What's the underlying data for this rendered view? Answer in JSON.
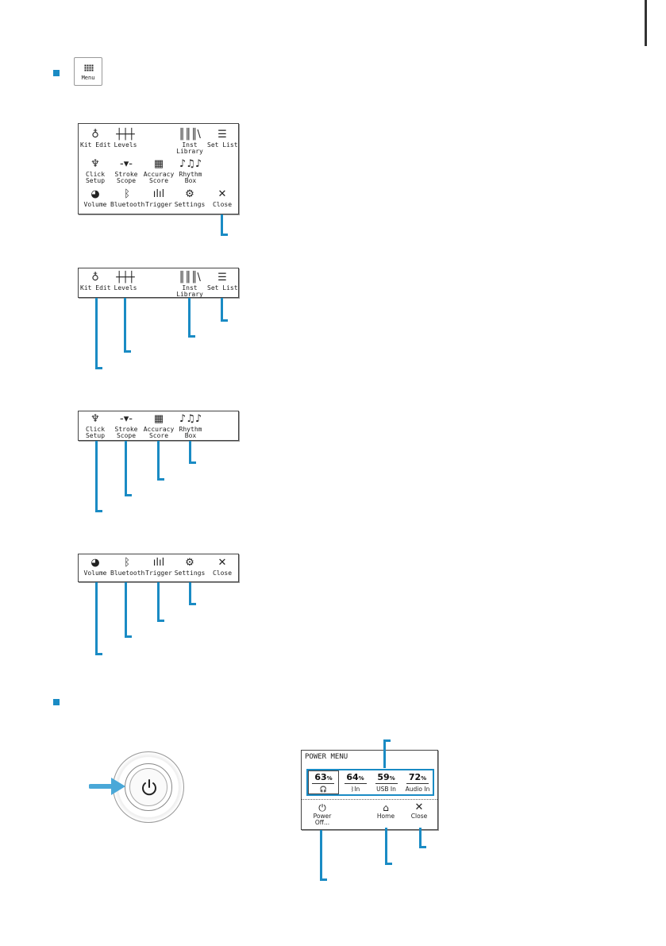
{
  "menu_key": {
    "label": "Menu",
    "icon": "grid-icon"
  },
  "menu_full": {
    "row1": [
      {
        "label": "Kit Edit",
        "icon": "drum-kit-icon"
      },
      {
        "label": "Levels",
        "icon": "sliders-icon"
      },
      {
        "label": "Inst\nLibrary",
        "icon": "library-icon"
      },
      {
        "label": "Set List",
        "icon": "list-icon"
      }
    ],
    "row2": [
      {
        "label": "Click\nSetup",
        "icon": "click-icon"
      },
      {
        "label": "Stroke\nScope",
        "icon": "scope-icon"
      },
      {
        "label": "Accuracy\nScore",
        "icon": "score-icon"
      },
      {
        "label": "Rhythm\nBox",
        "icon": "rhythm-icon"
      }
    ],
    "row3": [
      {
        "label": "Volume",
        "icon": "volume-knob-icon"
      },
      {
        "label": "Bluetooth",
        "icon": "bluetooth-icon"
      },
      {
        "label": "Trigger",
        "icon": "trigger-icon"
      },
      {
        "label": "Settings",
        "icon": "gear-icon"
      },
      {
        "label": "Close",
        "icon": "close-icon"
      }
    ]
  },
  "power_menu": {
    "title": "POWER MENU",
    "levels": [
      {
        "value": "63",
        "unit": "%",
        "label": "",
        "icon": "headphones-icon"
      },
      {
        "value": "64",
        "unit": "%",
        "label": "In",
        "icon": "bluetooth-icon"
      },
      {
        "value": "59",
        "unit": "%",
        "label": "USB In",
        "icon": ""
      },
      {
        "value": "72",
        "unit": "%",
        "label": "Audio In",
        "icon": ""
      }
    ],
    "power_off": "Power\nOff...",
    "home": "Home",
    "close": "Close"
  },
  "colors": {
    "accent": "#1a8bc4",
    "line": "#444444"
  }
}
